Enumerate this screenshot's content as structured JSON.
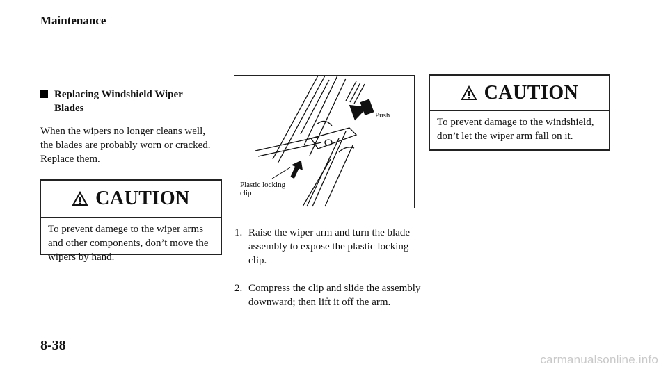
{
  "header": {
    "title": "Maintenance"
  },
  "section": {
    "title": "Replacing Windshield Wiper Blades",
    "paragraph": "When the wipers no longer cleans well, the blades are probably worn or cracked. Replace them."
  },
  "caution_left": {
    "heading": "CAUTION",
    "text": "To prevent damege to the wiper arms and other components, don’t move the wipers by hand."
  },
  "figure": {
    "label_push": "Push",
    "label_clip": "Plastic locking clip"
  },
  "steps": [
    {
      "number": "1.",
      "text": "Raise the wiper arm and turn the blade assembly to expose the plastic locking clip."
    },
    {
      "number": "2.",
      "text": "Compress the clip and slide the assembly downward; then lift it off the arm."
    }
  ],
  "caution_right": {
    "heading": "CAUTION",
    "text": "To prevent damage to the windshield, don’t let the wiper arm fall on it."
  },
  "footer": {
    "page_number": "8-38",
    "watermark": "carmanualsonline.info"
  },
  "icons": {
    "warning": "warning-triangle-icon",
    "arrow": "push-arrow-icon",
    "bullet": "square-bullet-icon"
  }
}
